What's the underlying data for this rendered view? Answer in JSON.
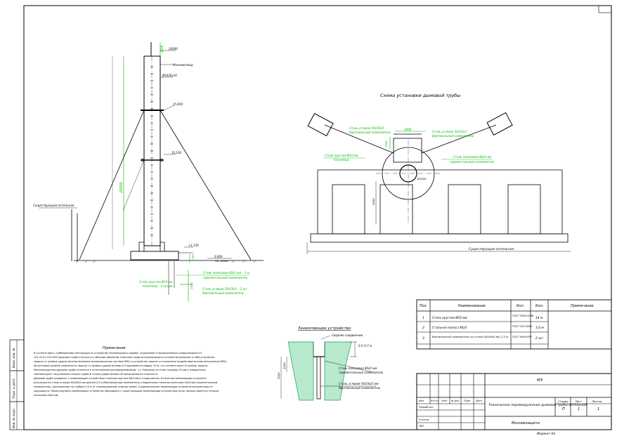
{
  "drawing": {
    "stack_marks": {
      "top_elev": "20000",
      "lightning_rod": "Молниеотвод",
      "pipe_size": "Ø1620х10",
      "guy_level_1": "15,850",
      "guy_level_2": "10,100",
      "height_dim": "20000",
      "base_elev": "+1,150",
      "ground_zero": "0,000",
      "ground_label": "Пр. земли",
      "foundation_dim": "1000",
      "depth_dim": "2500",
      "top_rod_dim": "2000",
      "existing_boiler": "Существующая котельная",
      "steel_note_1": "Сталь полосовая 40х5 мм – 3 м",
      "steel_note_1b": "горизонтальный заземлитель",
      "steel_note_2": "Сталь круглая Ø10 мм",
      "steel_note_2b": "токоотвод – 3 штуки",
      "steel_note_3": "Сталь угловая 50х50х5 – 2 шт",
      "steel_note_3b": "Вертикальный заземлитель"
    },
    "scheme": {
      "title": "Схема установки дымовой трубы",
      "dim_top": "3000",
      "dim_side": "3000",
      "left_angle": "Сталь угловая 50х50х5",
      "left_angle_b": "Вертикальный заземлитель",
      "right_angle": "Сталь угловая 50х50х5",
      "right_angle_b": "Вертикальный заземлитель",
      "rod_left": "Сталь круглая Ø10 мм",
      "rod_left_b": "токоотвод",
      "strip_right": "Сталь полосовая 40х5 мм",
      "strip_right_b": "горизонтальный заземлитель",
      "dia": "Ø1620",
      "vert_dim": "3000",
      "bottom_label": "Существующая котельная"
    },
    "grounding": {
      "title": "Заземляющее устройство",
      "weld": "Сварное соединение",
      "depth": "0,5–0,7 м",
      "dim_2500": "2500",
      "dim_1000": "1000",
      "strip": "Сталь полосовая 40х5 мм",
      "strip_b": "горизонтальный заземлитель",
      "angle": "Сталь угловая 50х50х5 мм",
      "angle_b": "Вертикальный заземлитель"
    },
    "note": {
      "title": "Примечание",
      "lines": [
        "В соответствии с требованиями инструкции по устройству молниезащиты зданий, сооружений и промышленных коммуникаций СО",
        "153-34.21.122-2003 дымовая труба относится к обычным объектам. Комплекс средств молниезащиты устройства включает в себя устройство",
        "защиты от прямых ударов молнии (внешняя молниезащитная система МЗС) и устройство защиты от вторичных воздействий молнии (внутренняя МЗС).",
        "Допустимый уровень надежности защиты от прямых ударов молнии 0,9 принимается радиус 10 м, что соответствует IV уровню защиты.",
        "Молниезащитная дымовая труба относится к естественным молниеприемникам, т.к. Значения са стена толщины 10 мм в повышенных",
        "температурах с внутренней стороны трубы В точках удара молнии не предъявляются опасности.",
        "Дымовая труба соединить с заземляющим устройством стальные круглые Ø10 мм в 3 ряда местах. В качестве заземляющих устройств",
        "используются сталь угловая 50х50х5 мм длиной 2,5 м (Вертикальный заземлитель) соединенная стальная полосовая 40х5 мм (горизонтальный",
        "заземлитель), проложенные на глубине 0,5 м от спланированной отметки земли. Соединительные заземляющих устройств молниеотвод не",
        "нарушаются. Проектируемое заземляющее устройство объединить с существующим заземляющим устройством (если таковое имеется) стальна",
        "полосовая 40х5 мм."
      ]
    }
  },
  "spec_table": {
    "headers": [
      "Поз",
      "Наименование",
      "Кол",
      "Кол.",
      "Примечание"
    ],
    "rows": [
      {
        "pos": "1",
        "name": "Сталь круглая Ø10 мм",
        "gost": "ГОСТ 2590-2006",
        "qty": "14 м"
      },
      {
        "pos": "2",
        "name": "Стальная полоса 40х5",
        "gost": "ГОСТ 103-2006",
        "qty": "3,0 м"
      },
      {
        "pos": "3",
        "name": "Вертикальный заземлитель из уголка 50х50х5 мм, 2,5 м",
        "gost": "ГОСТ 8509-93*",
        "qty": "2 шт"
      }
    ]
  },
  "title_block": {
    "code": "МЗ",
    "header_cols": [
      "Изм",
      "Кол.уч",
      "Лист",
      "№ док.",
      "Подп",
      "Дата"
    ],
    "roles": [
      "Разработал",
      "",
      "",
      "Н.контр",
      "ГИП"
    ],
    "description": "Техническое перевооружение дымовой трубы котельной",
    "sheet_title": "Молниезащита",
    "stage_h": "Стадия",
    "sheet_h": "Лист",
    "sheets_h": "Листов",
    "stage": "П",
    "sheet": "1",
    "sheets": "1",
    "format": "Формат А2"
  },
  "side_stamp": [
    "Взам. инв. №",
    "Подп. и дата",
    "Инв. № подл."
  ]
}
